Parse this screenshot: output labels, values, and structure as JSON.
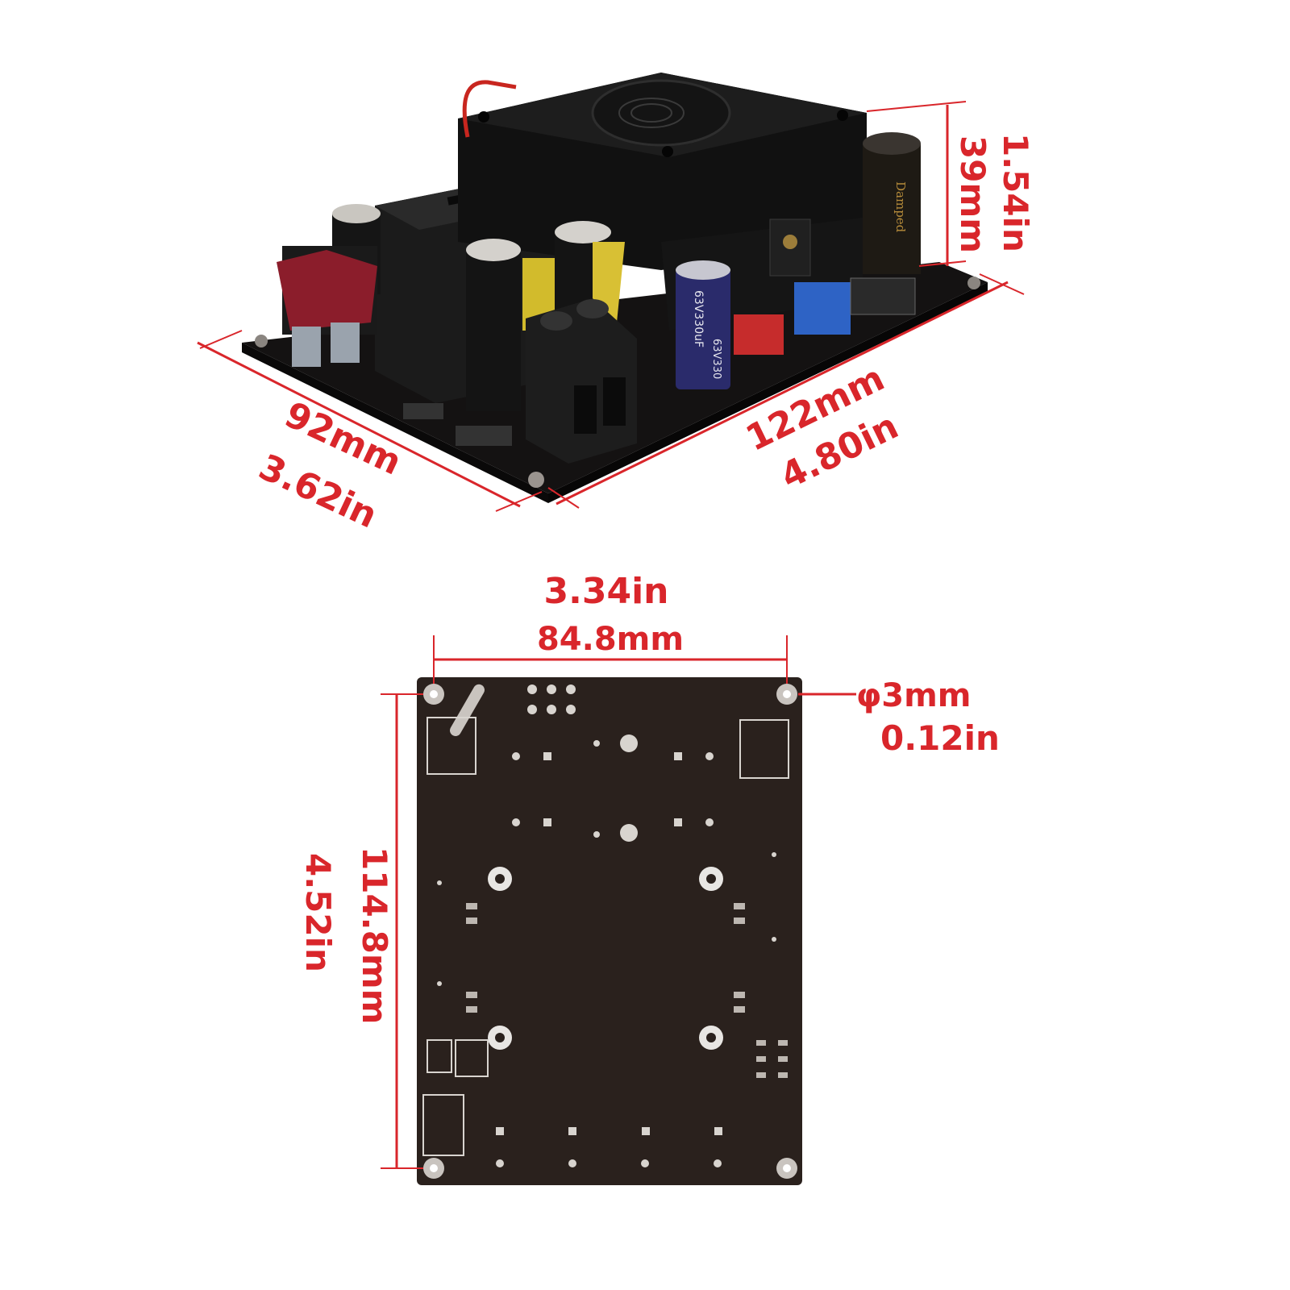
{
  "top_view": {
    "depth_mm": "92mm",
    "depth_in": "3.62in",
    "length_mm": "122mm",
    "length_in": "4.80in",
    "height_mm": "39mm",
    "height_in": "1.54in",
    "capacitor_marking": "63V330uF",
    "capacitor_marking_repeat": "63V330",
    "capacitor_brand": "Damped"
  },
  "bottom_view": {
    "width_in": "3.34in",
    "width_mm": "84.8mm",
    "height_mm": "114.8mm",
    "height_in": "4.52in",
    "hole_mm": "φ3mm",
    "hole_in": "0.12in"
  },
  "colors": {
    "dimension": "#d9262b",
    "board": "#1e1a1a",
    "board_bottom": "#2a211d"
  }
}
